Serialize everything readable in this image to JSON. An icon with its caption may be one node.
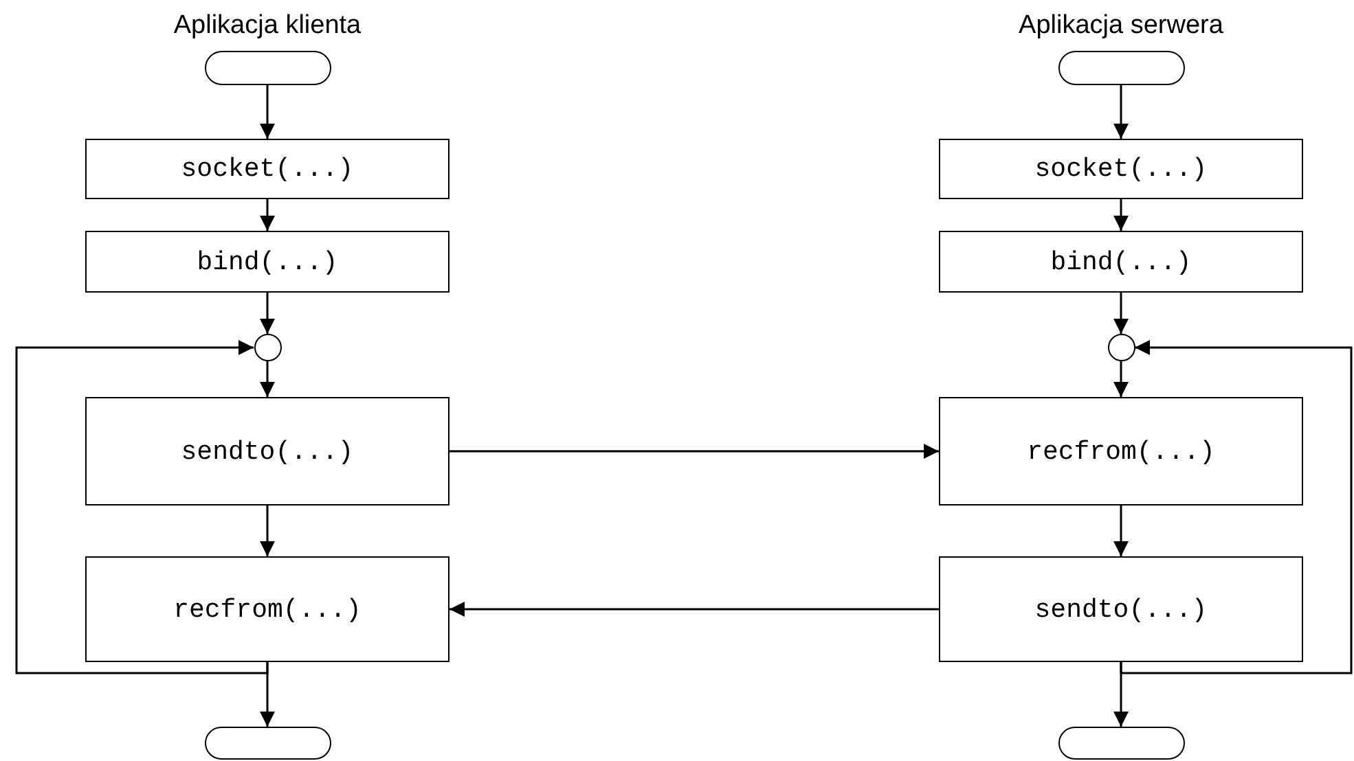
{
  "diagram": {
    "nodes": [
      {
        "text": [],
        "shape": "terminal",
        "beside": [
          "Aplikacja klienta"
        ]
      },
      {
        "text": [
          "socket(...)"
        ]
      },
      {
        "text": [
          "bind(...)"
        ]
      },
      {
        "text": [],
        "shape": "circle"
      },
      {
        "text": [
          "sendto(...)"
        ]
      },
      {
        "text": [
          "recfrom(...)"
        ]
      },
      {
        "text": [],
        "shape": "terminal"
      },
      {
        "text": [],
        "shape": "terminal",
        "beside": [
          "Aplikacja serwera"
        ]
      },
      {
        "text": [
          "socket(...)"
        ]
      },
      {
        "text": [
          "bind(...)"
        ]
      },
      {
        "text": [],
        "shape": "circle"
      },
      {
        "text": [
          "recfrom(...)"
        ]
      },
      {
        "text": [
          "sendto(...)"
        ]
      },
      {
        "text": [],
        "shape": "terminal"
      }
    ],
    "edges": [
      {
        "from": 0,
        "to": 1,
        "arrow": "to"
      },
      {
        "from": 1,
        "to": 2,
        "arrow": "to"
      },
      {
        "from": 2,
        "to": 3,
        "arrow": "to"
      },
      {
        "from": 3,
        "to": 4,
        "arrow": "to"
      },
      {
        "from": 4,
        "to": 5,
        "arrow": "to"
      },
      {
        "from": 5,
        "to": 6,
        "arrow": "to"
      },
      {
        "from": 5,
        "to": 3,
        "arrow": "to"
      },
      {
        "from": 4,
        "to": 11,
        "arrow": "to"
      },
      {
        "from": 12,
        "to": 5,
        "arrow": "to"
      },
      {
        "from": 7,
        "to": 8,
        "arrow": "to"
      },
      {
        "from": 8,
        "to": 9,
        "arrow": "to"
      },
      {
        "from": 9,
        "to": 10,
        "arrow": "to"
      },
      {
        "from": 10,
        "to": 11,
        "arrow": "to"
      },
      {
        "from": 11,
        "to": 12,
        "arrow": "to"
      },
      {
        "from": 12,
        "to": 13,
        "arrow": "to"
      },
      {
        "from": 12,
        "to": 10,
        "arrow": "to"
      }
    ]
  }
}
